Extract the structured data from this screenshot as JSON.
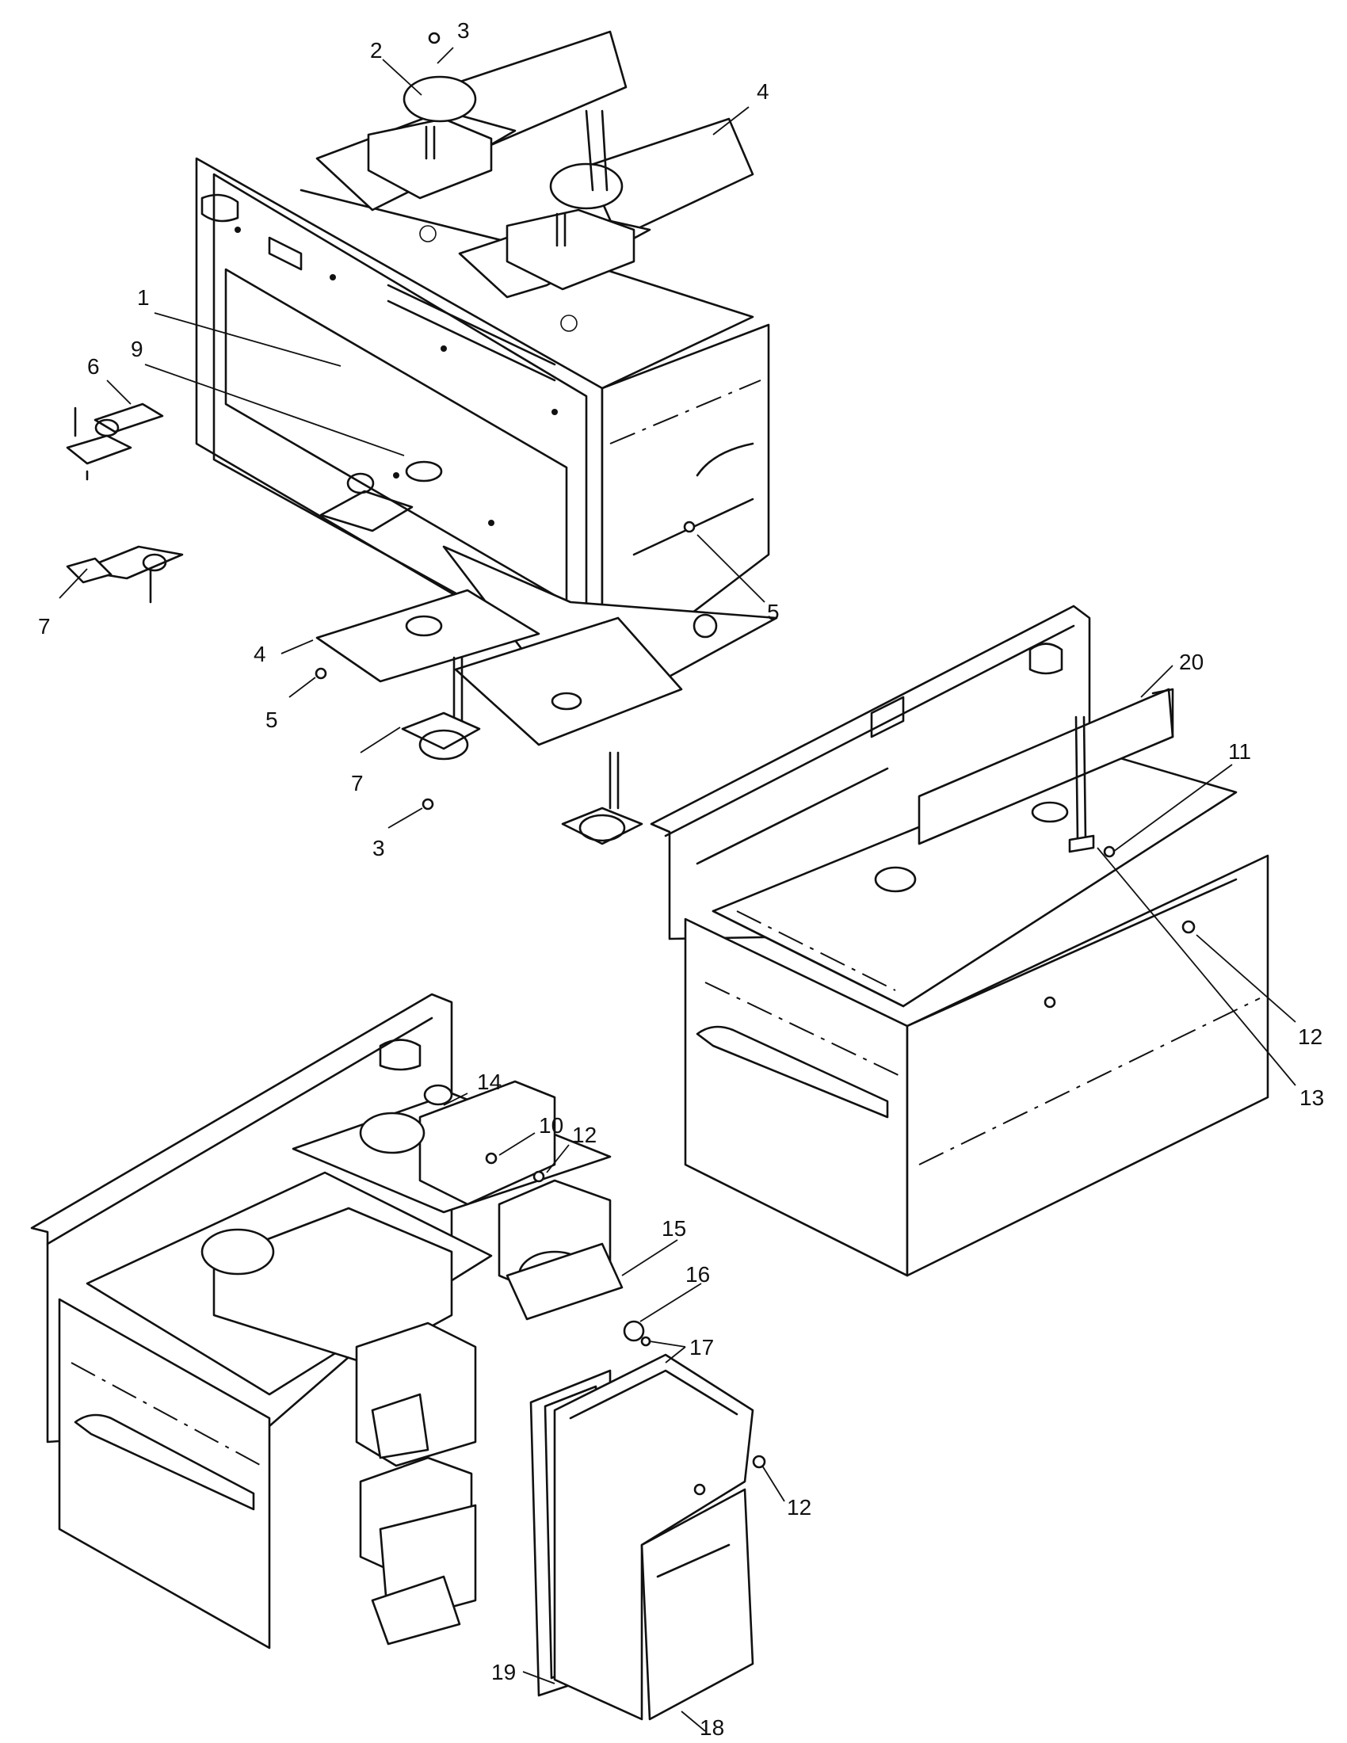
{
  "callouts": {
    "c1": "1",
    "c2": "2",
    "c3a": "3",
    "c3b": "3",
    "c4a": "4",
    "c4b": "4",
    "c5a": "5",
    "c5b": "5",
    "c6": "6",
    "c7a": "7",
    "c7b": "7",
    "c9": "9",
    "c10": "10",
    "c11": "11",
    "c12a": "12",
    "c12b": "12",
    "c12c": "12",
    "c13": "13",
    "c14": "14",
    "c15": "15",
    "c16": "16",
    "c17": "17",
    "c18": "18",
    "c19": "19",
    "c20": "20"
  }
}
